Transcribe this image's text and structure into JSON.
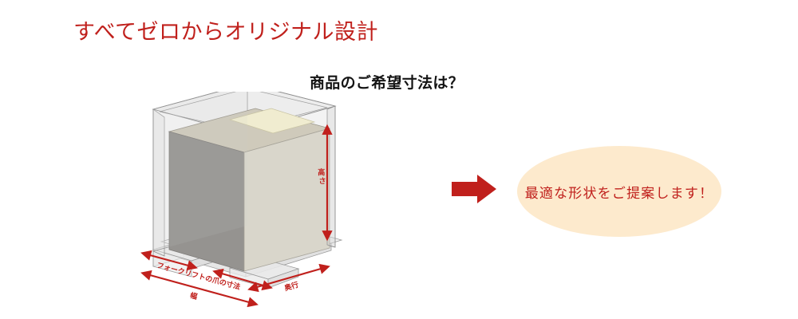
{
  "slide": {
    "title": "すべてゼロからオリジナル設計",
    "subtitle": "商品のご希望寸法は？",
    "title_color": "#c0201c",
    "subtitle_color": "#141414",
    "background_color": "#ffffff"
  },
  "illustration": {
    "name": "packaging-crate-diagram",
    "dimension_labels": {
      "height": "高さ",
      "width": "幅",
      "depth": "奥行",
      "forklift": "フォークリフトの爪の寸法"
    },
    "colors": {
      "arrow_red": "#c0201c",
      "box_front": "#959390",
      "box_right": "#d9d6cb",
      "box_top": "#cfcabb",
      "box_inner_strip": "#f0ecd0",
      "crate_glass": "#e9e9e9",
      "crate_outline": "#8a8a8a"
    }
  },
  "arrow": {
    "name": "right-arrow",
    "color": "#c0201c"
  },
  "callout": {
    "text": "最適な形状をご提案します！",
    "fill_color": "#fdeacd",
    "text_color": "#c0201c"
  }
}
